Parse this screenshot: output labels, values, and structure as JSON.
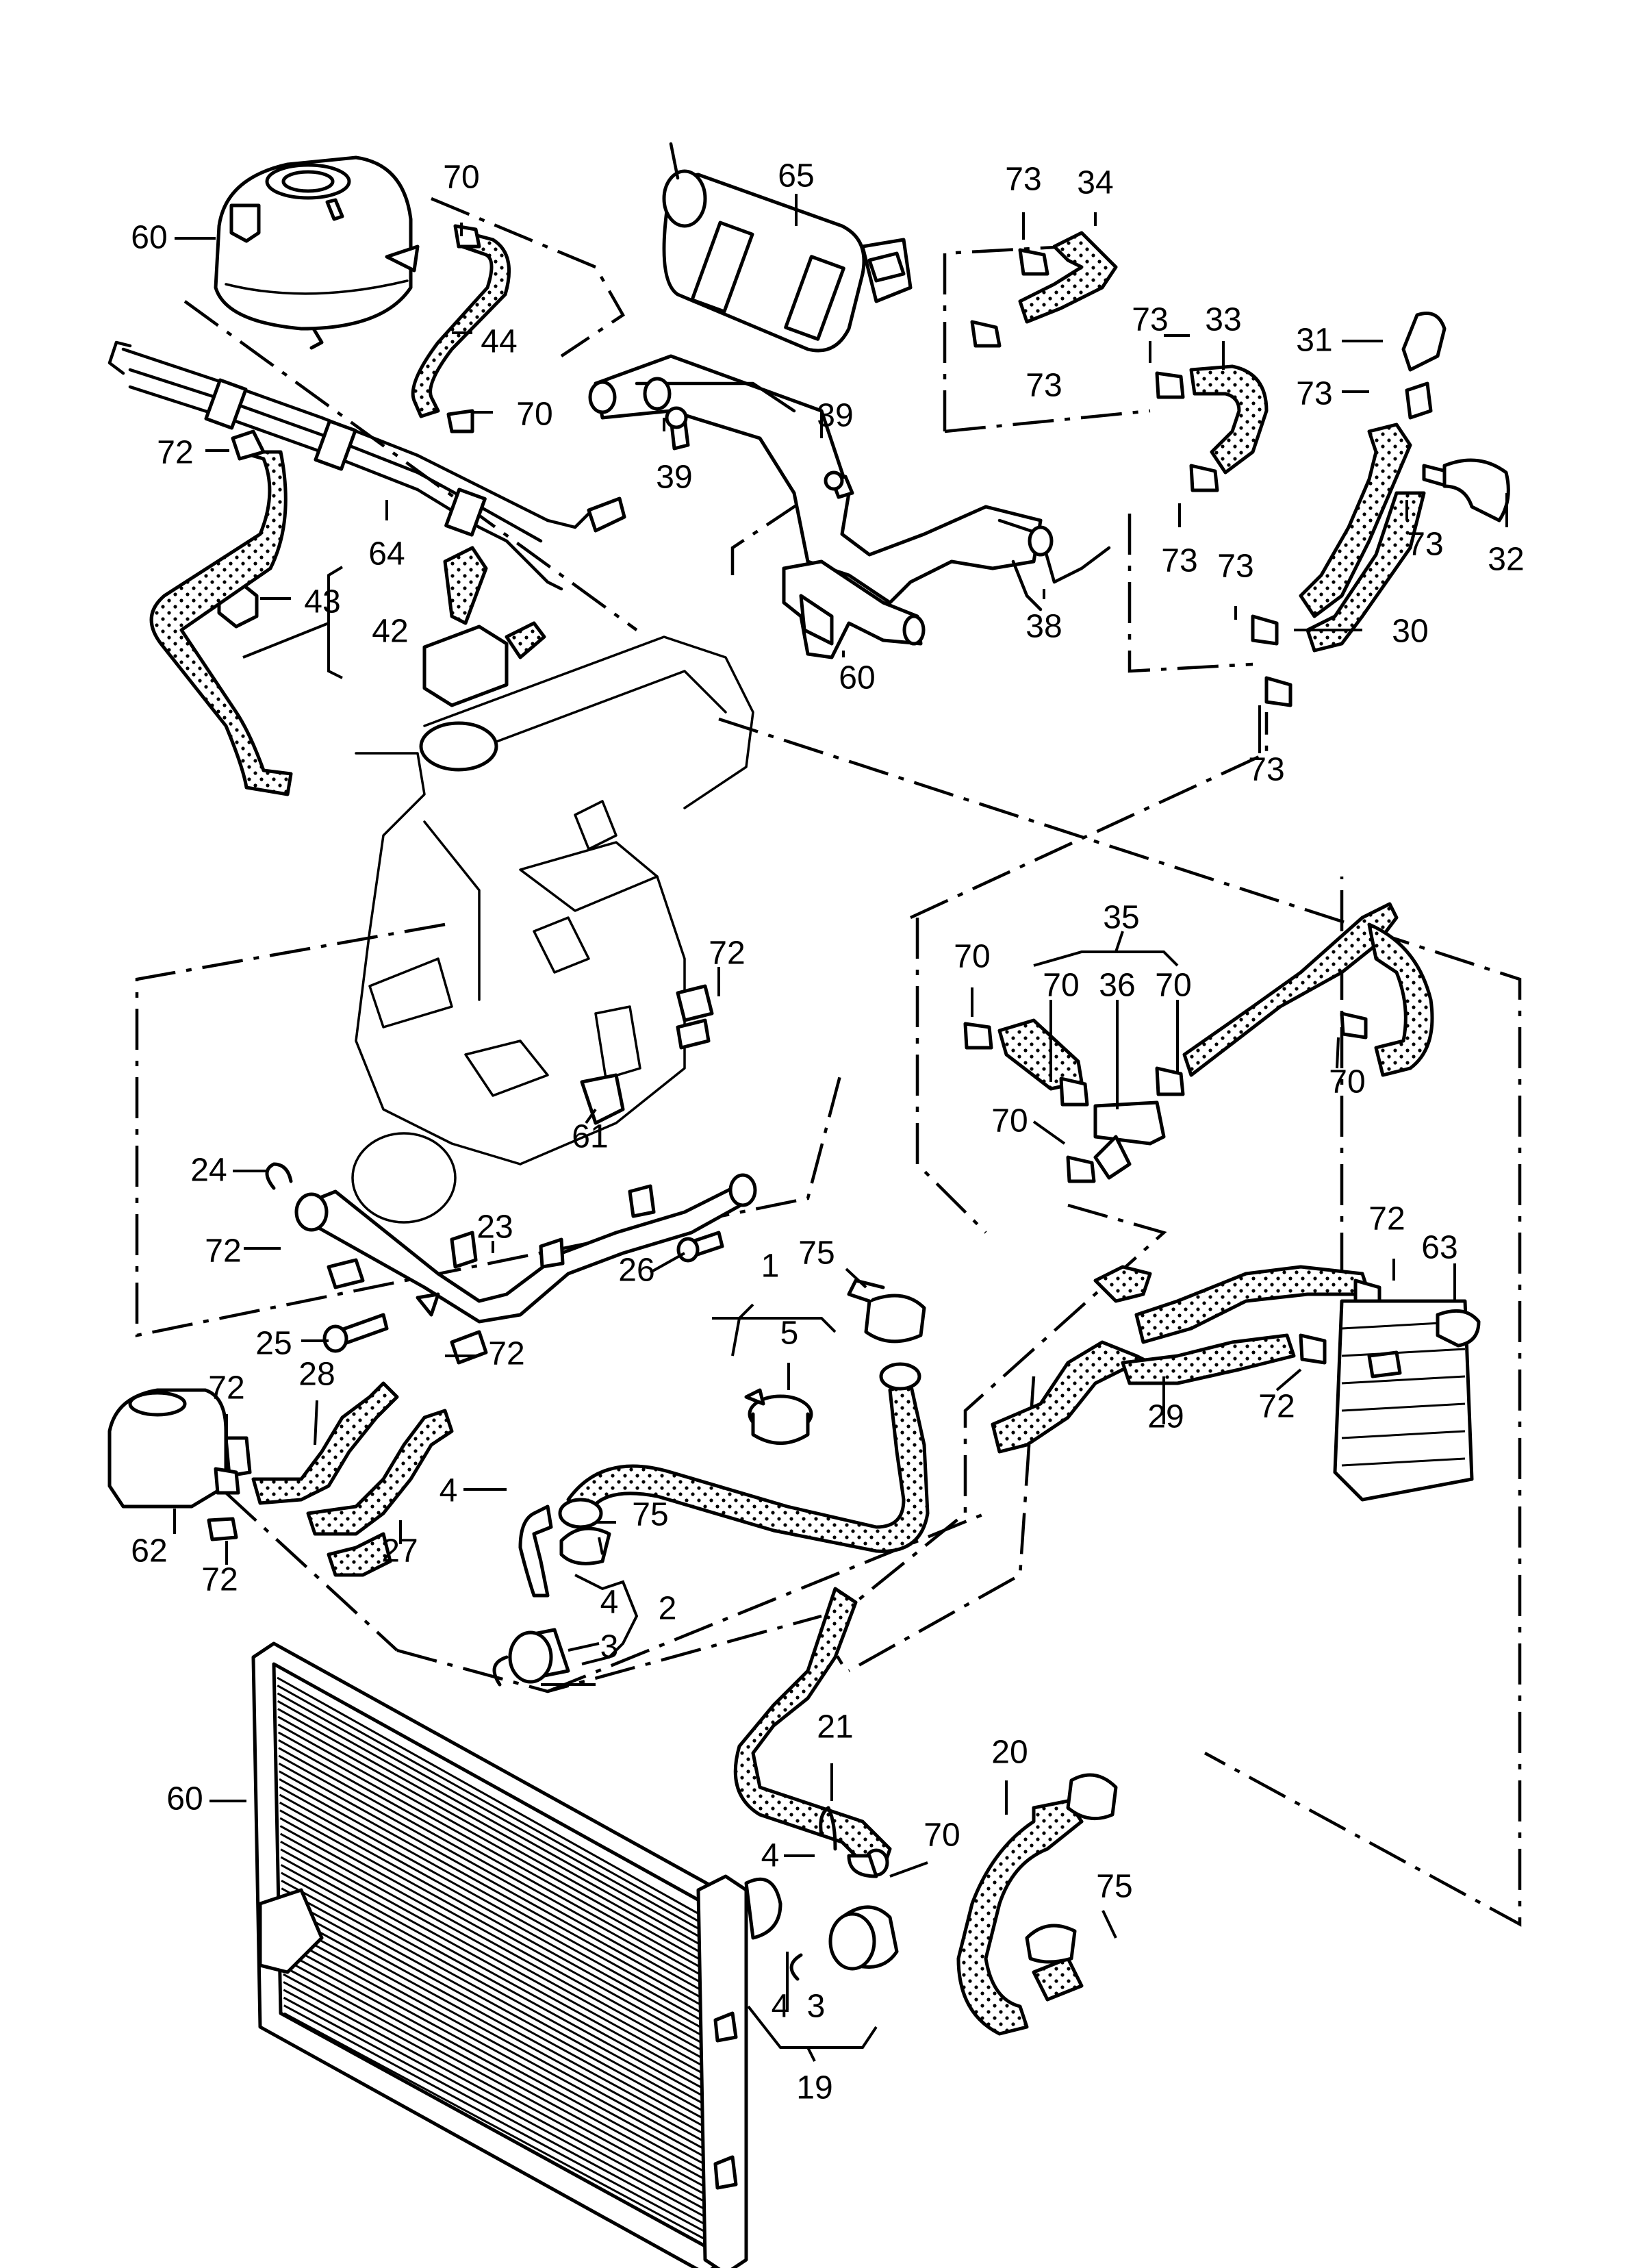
{
  "labels": [
    {
      "id": "lbl-60-reservoir",
      "text": "60"
    },
    {
      "id": "lbl-70-a",
      "text": "70"
    },
    {
      "id": "lbl-44",
      "text": "44"
    },
    {
      "id": "lbl-70-b",
      "text": "70"
    },
    {
      "id": "lbl-72-a",
      "text": "72"
    },
    {
      "id": "lbl-64",
      "text": "64"
    },
    {
      "id": "lbl-43",
      "text": "43"
    },
    {
      "id": "lbl-42",
      "text": "42"
    },
    {
      "id": "lbl-65",
      "text": "65"
    },
    {
      "id": "lbl-73-a",
      "text": "73"
    },
    {
      "id": "lbl-34",
      "text": "34"
    },
    {
      "id": "lbl-73-b",
      "text": "73"
    },
    {
      "id": "lbl-73-c",
      "text": "73"
    },
    {
      "id": "lbl-33",
      "text": "33"
    },
    {
      "id": "lbl-31",
      "text": "31"
    },
    {
      "id": "lbl-73-d",
      "text": "73"
    },
    {
      "id": "lbl-39-a",
      "text": "39"
    },
    {
      "id": "lbl-39-b",
      "text": "39"
    },
    {
      "id": "lbl-73-e",
      "text": "73"
    },
    {
      "id": "lbl-73-f",
      "text": "73"
    },
    {
      "id": "lbl-32",
      "text": "32"
    },
    {
      "id": "lbl-38",
      "text": "38"
    },
    {
      "id": "lbl-73-g",
      "text": "73"
    },
    {
      "id": "lbl-30",
      "text": "30"
    },
    {
      "id": "lbl-60-flange",
      "text": "60"
    },
    {
      "id": "lbl-73-h",
      "text": "73"
    },
    {
      "id": "lbl-35",
      "text": "35"
    },
    {
      "id": "lbl-70-c",
      "text": "70"
    },
    {
      "id": "lbl-70-d",
      "text": "70"
    },
    {
      "id": "lbl-36",
      "text": "36"
    },
    {
      "id": "lbl-70-e",
      "text": "70"
    },
    {
      "id": "lbl-70-f",
      "text": "70"
    },
    {
      "id": "lbl-70-g",
      "text": "70"
    },
    {
      "id": "lbl-72-b",
      "text": "72"
    },
    {
      "id": "lbl-61",
      "text": "61"
    },
    {
      "id": "lbl-24",
      "text": "24"
    },
    {
      "id": "lbl-23",
      "text": "23"
    },
    {
      "id": "lbl-26",
      "text": "26"
    },
    {
      "id": "lbl-72-c",
      "text": "72"
    },
    {
      "id": "lbl-25",
      "text": "25"
    },
    {
      "id": "lbl-72-d",
      "text": "72"
    },
    {
      "id": "lbl-75-a",
      "text": "75"
    },
    {
      "id": "lbl-1",
      "text": "1"
    },
    {
      "id": "lbl-5",
      "text": "5"
    },
    {
      "id": "lbl-72-e",
      "text": "72"
    },
    {
      "id": "lbl-63",
      "text": "63"
    },
    {
      "id": "lbl-72-f",
      "text": "72"
    },
    {
      "id": "lbl-29",
      "text": "29"
    },
    {
      "id": "lbl-28",
      "text": "28"
    },
    {
      "id": "lbl-72-g",
      "text": "72"
    },
    {
      "id": "lbl-62",
      "text": "62"
    },
    {
      "id": "lbl-72-h",
      "text": "72"
    },
    {
      "id": "lbl-27",
      "text": "27"
    },
    {
      "id": "lbl-4-a",
      "text": "4"
    },
    {
      "id": "lbl-75-b",
      "text": "75"
    },
    {
      "id": "lbl-4-b",
      "text": "4"
    },
    {
      "id": "lbl-2",
      "text": "2"
    },
    {
      "id": "lbl-3-a",
      "text": "3"
    },
    {
      "id": "lbl-60-radiator",
      "text": "60"
    },
    {
      "id": "lbl-21",
      "text": "21"
    },
    {
      "id": "lbl-20",
      "text": "20"
    },
    {
      "id": "lbl-70-h",
      "text": "70"
    },
    {
      "id": "lbl-4-c",
      "text": "4"
    },
    {
      "id": "lbl-75-c",
      "text": "75"
    },
    {
      "id": "lbl-4-d",
      "text": "4"
    },
    {
      "id": "lbl-3-b",
      "text": "3"
    },
    {
      "id": "lbl-19",
      "text": "19"
    }
  ]
}
